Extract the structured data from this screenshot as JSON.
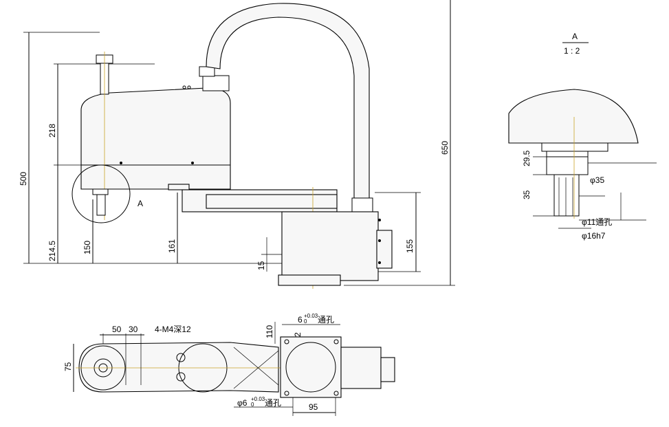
{
  "side_view": {
    "dims": {
      "height_total": "500",
      "upper_arm_height": "218",
      "base_height": "214.5",
      "shaft_height": "150",
      "arm_bottom": "161",
      "base_step": "15",
      "column_height": "155",
      "robot_height": "650"
    },
    "detail_label": "A"
  },
  "detail_view": {
    "title": "A",
    "scale": "1 : 2",
    "dims": {
      "h1": "29.5",
      "h2": "35",
      "d_flange": "φ35",
      "d_hole": "φ11通孔",
      "d_shaft": "φ16h7"
    }
  },
  "top_view": {
    "dims": {
      "d50": "50",
      "d30": "30",
      "tapped": "4-M4深12",
      "width75": "75",
      "d110": "110",
      "d2": "2",
      "hole_top": "6",
      "hole_top_tol": "+0.03",
      "hole_top_tol2": "0",
      "hole_top_suffix": "通孔",
      "hole_bottom": "φ6",
      "hole_bottom_tol": "+0.03",
      "hole_bottom_tol2": "0",
      "hole_bottom_suffix": "通孔",
      "base_width": "95"
    }
  }
}
